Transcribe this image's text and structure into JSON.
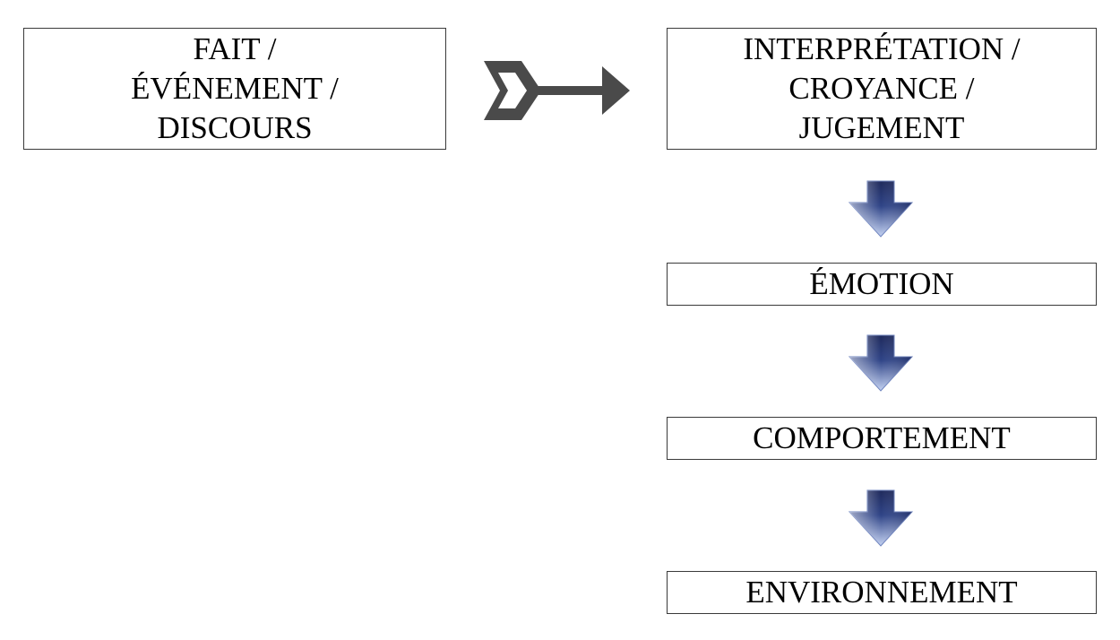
{
  "diagram": {
    "boxes": {
      "fait": {
        "lines": [
          "FAIT /",
          "ÉVÉNEMENT /",
          "DISCOURS"
        ]
      },
      "interpretation": {
        "lines": [
          "INTERPRÉTATION /",
          "CROYANCE /",
          "JUGEMENT"
        ]
      },
      "emotion": {
        "label": "ÉMOTION"
      },
      "comportement": {
        "label": "COMPORTEMENT"
      },
      "environnement": {
        "label": "ENVIRONNEMENT"
      }
    },
    "connectors": {
      "right_arrow_icon": "chevron-right-arrow-icon",
      "down_arrow_icon": "down-arrow-icon"
    },
    "colors": {
      "box_border": "#3a3a3a",
      "right_arrow": "#4a4a4a",
      "down_arrow_dark": "#1f2a5c",
      "down_arrow_light": "#b9c8ec"
    }
  }
}
